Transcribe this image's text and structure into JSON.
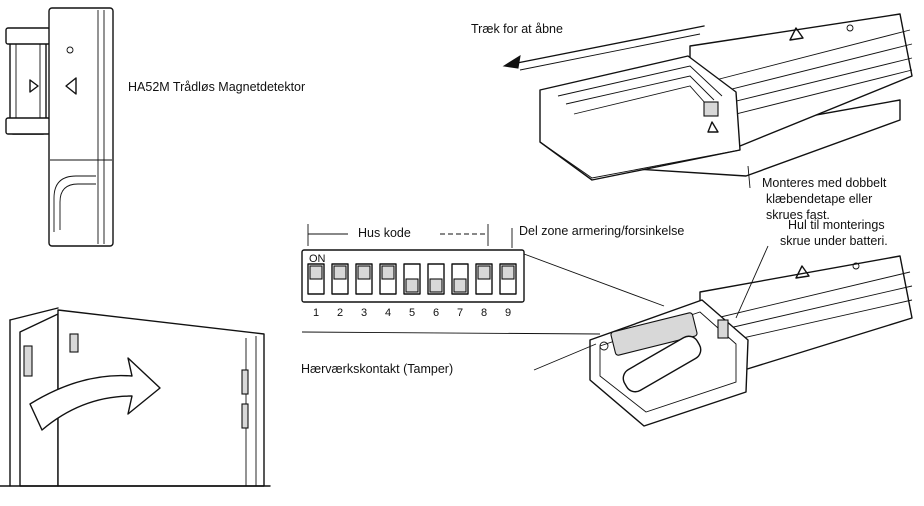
{
  "labels": {
    "product": "HA52M Trådløs Magnetdetektor",
    "pull_to_open": "Træk for at åbne",
    "mount_line1": "Monteres med dobbelt",
    "mount_line2": "klæbendetape eller",
    "mount_line3": "skrues fast.",
    "hole_line1": "Hul til monterings",
    "hole_line2": "skrue under batteri.",
    "house_code": "Hus kode",
    "zone_arming": "Del zone armering/forsinkelse",
    "tamper": "Hærværkskontakt (Tamper)",
    "switch_on": "ON"
  },
  "dip_switches": [
    {
      "number": "1",
      "position": "up"
    },
    {
      "number": "2",
      "position": "up"
    },
    {
      "number": "3",
      "position": "up"
    },
    {
      "number": "4",
      "position": "up"
    },
    {
      "number": "5",
      "position": "down"
    },
    {
      "number": "6",
      "position": "down"
    },
    {
      "number": "7",
      "position": "down"
    },
    {
      "number": "8",
      "position": "up"
    },
    {
      "number": "9",
      "position": "up"
    }
  ]
}
